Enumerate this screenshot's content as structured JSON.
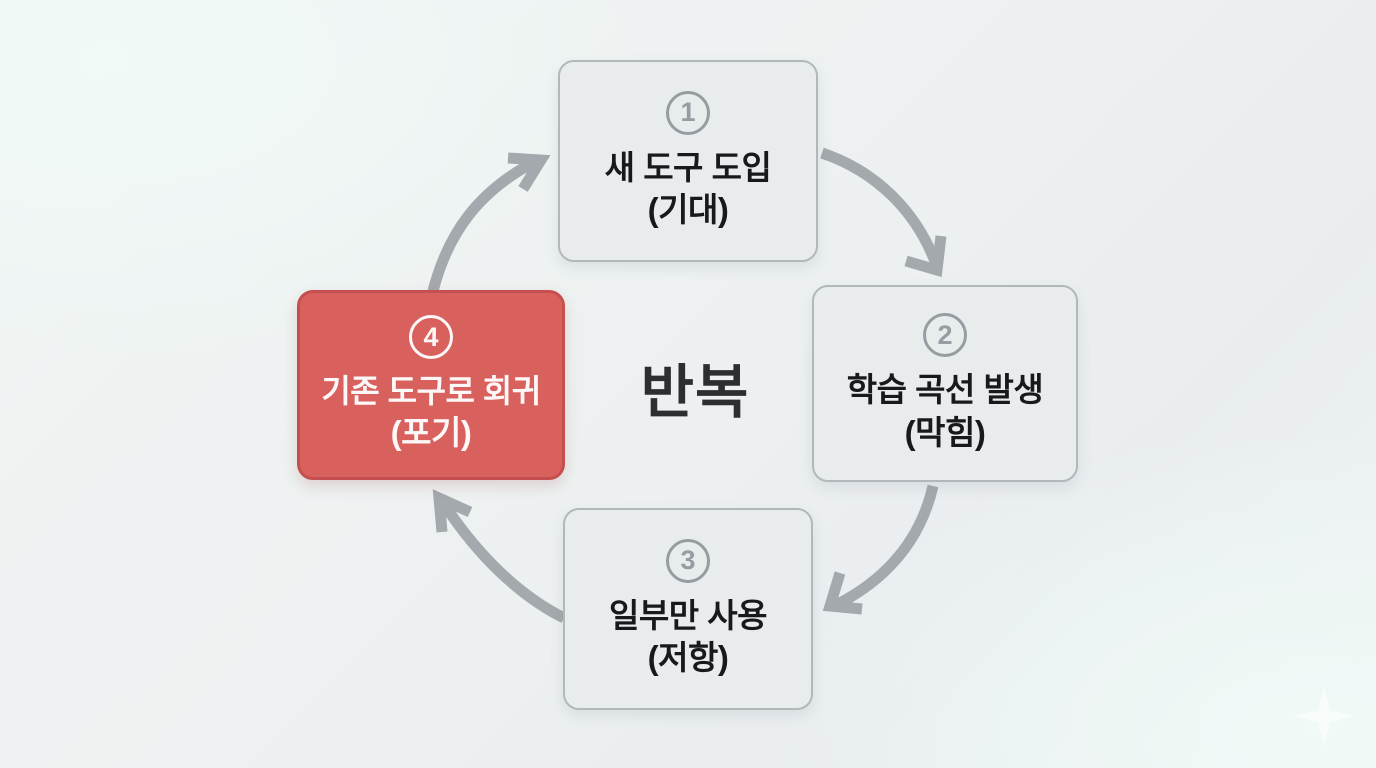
{
  "colors": {
    "background": "#edf1f1",
    "box-bg": "#e9eced",
    "box-border": "#b2b7bb",
    "box-text": "#17191b",
    "number": "#959ca2",
    "red-bg": "#d8615e",
    "red-border": "#c54f4e",
    "red-text": "#fdf8f7",
    "center-text": "#2c2f31",
    "arrow": "#a4a9ad",
    "watermark": "#ffffff"
  },
  "center_label": "반복",
  "steps": [
    {
      "number": "1",
      "title": "새 도구 도입",
      "subtitle": "(기대)",
      "highlighted": false
    },
    {
      "number": "2",
      "title": "학습 곡선 발생",
      "subtitle": "(막힘)",
      "highlighted": false
    },
    {
      "number": "3",
      "title": "일부만 사용",
      "subtitle": "(저항)",
      "highlighted": false
    },
    {
      "number": "4",
      "title": "기존 도구로 회귀",
      "subtitle": "(포기)",
      "highlighted": true
    }
  ],
  "arrows": [
    {
      "from": "step-4",
      "to": "step-1"
    },
    {
      "from": "step-1",
      "to": "step-2"
    },
    {
      "from": "step-2",
      "to": "step-3"
    },
    {
      "from": "step-3",
      "to": "step-4"
    }
  ]
}
